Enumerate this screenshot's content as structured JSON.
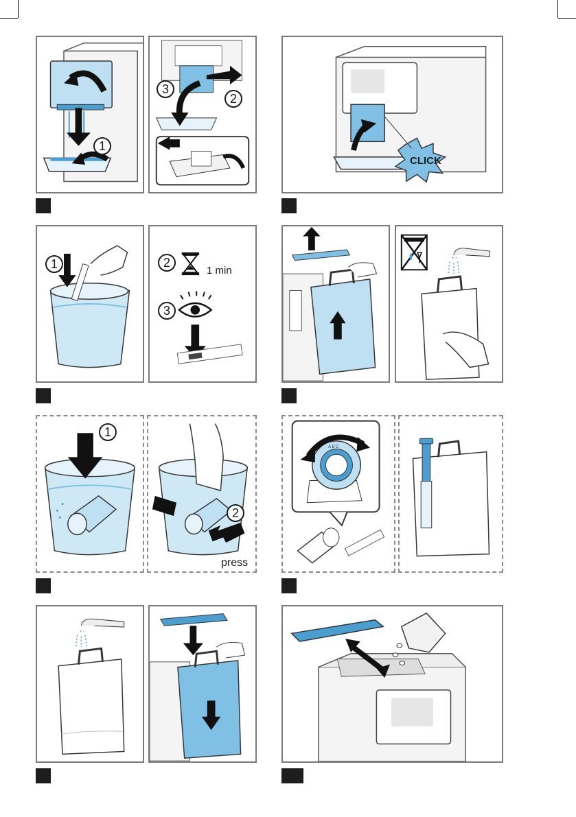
{
  "steps": [
    {
      "panels": [
        {
          "callouts": [
            "1"
          ]
        },
        {
          "callouts": [
            "3",
            "2"
          ]
        }
      ]
    },
    {
      "panels": [
        {
          "label": "CLICK"
        }
      ]
    },
    {
      "panels": [
        {
          "callouts": [
            "1"
          ]
        },
        {
          "callouts": [
            "2",
            "3"
          ],
          "duration": "1 min"
        }
      ]
    },
    {
      "panels": [
        {},
        {}
      ]
    },
    {
      "panels": [
        {
          "callouts": [
            "1"
          ]
        },
        {
          "callouts": [
            "2"
          ],
          "label": "press"
        }
      ]
    },
    {
      "panels": [
        {
          "dial_letters": "A B C"
        },
        {}
      ]
    },
    {
      "panels": [
        {},
        {}
      ]
    },
    {
      "panels": [
        {}
      ]
    }
  ],
  "colors": {
    "accent_blue": "#4a9fd0",
    "light_blue": "#bfe0f2",
    "water": "#cfe8f5",
    "frame": "#7a7a7a",
    "badge": "#1e1e1e"
  },
  "icons": [
    "arrow-icon",
    "hourglass-icon",
    "eye-icon",
    "no-dishwasher-icon",
    "tap-icon",
    "hand-icon"
  ]
}
